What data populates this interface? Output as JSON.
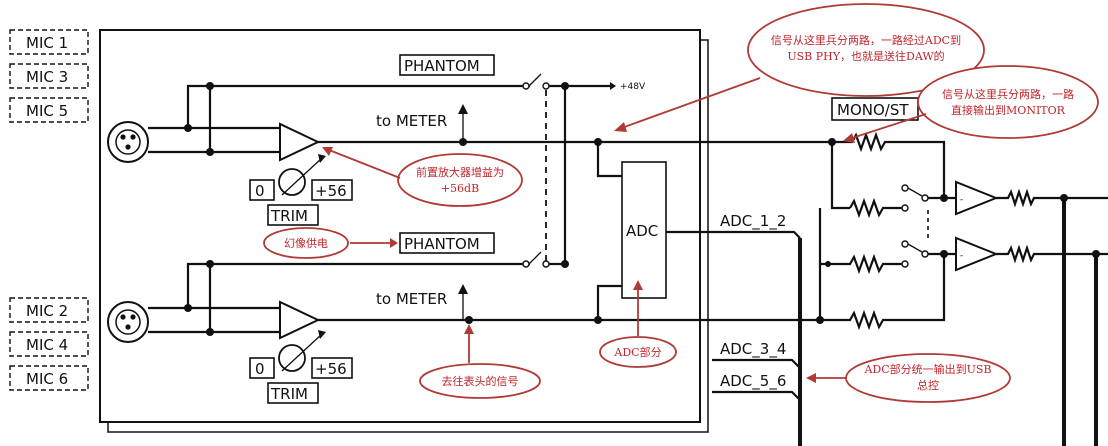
{
  "mic_labels_left_top": [
    "MIC 1",
    "MIC 3",
    "MIC 5"
  ],
  "mic_labels_left_bottom": [
    "MIC 2",
    "MIC 4",
    "MIC 6"
  ],
  "phantom_label": "PHANTOM",
  "phantom_voltage": "+48V",
  "to_meter_label": "to METER",
  "trim_label": "TRIM",
  "gain_min": "0",
  "gain_max": "+56",
  "adc_label": "ADC",
  "adc_outputs": [
    "ADC_1_2",
    "ADC_3_4",
    "ADC_5_6"
  ],
  "mono_st_label": "MONO/ST",
  "annotations": {
    "usb_split": "信号从这里兵分两路，一路经过ADC到USB PHY，也就是送往DAW的",
    "usb_split_line1": "信号从这里兵分两路，一路经过ADC到",
    "usb_split_line2": "USB PHY，也就是送往DAW的",
    "monitor_split_line1": "信号从这里兵分两路，一路",
    "monitor_split_line2": "直接输出到MONITOR",
    "preamp_gain_line1": "前置放大器增益为",
    "preamp_gain_line2": "+56dB",
    "phantom_power": "幻像供电",
    "adc_part": "ADC部分",
    "meter_signal": "去往表头的信号",
    "adc_usb_line1": "ADC部分统一输出到USB",
    "adc_usb_line2": "总控"
  },
  "colors": {
    "annotation": "#c0262b",
    "ink": "#111111",
    "background": "#ffffff"
  }
}
